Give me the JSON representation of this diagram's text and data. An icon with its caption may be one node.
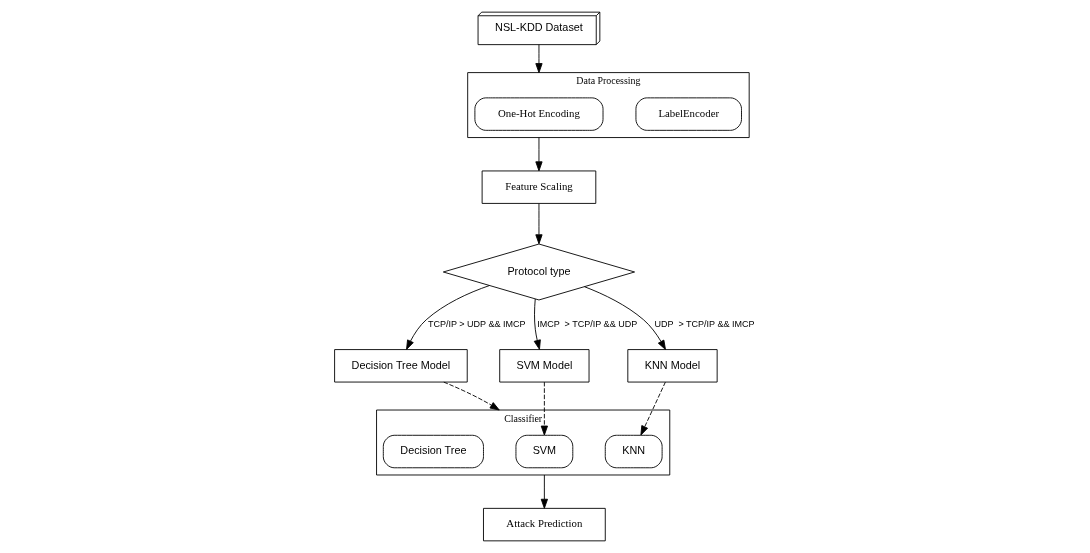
{
  "diagram": {
    "nodes": [
      {
        "text": [
          "NSL-KDD Dataset"
        ]
      },
      {
        "text": [
          "Data Processing"
        ]
      },
      {
        "text": [
          "LabelEncoder"
        ],
        "in": 1
      },
      {
        "text": [
          "One-Hot Encoding"
        ],
        "in": 1
      },
      {
        "text": [
          "Feature Scaling"
        ]
      },
      {
        "text": [
          "Protocol type"
        ]
      },
      {
        "text": [
          "Decision Tree Model"
        ]
      },
      {
        "text": [
          "SVM Model"
        ]
      },
      {
        "text": [
          "KNN Model"
        ]
      },
      {
        "text": [
          "Classifier"
        ]
      },
      {
        "text": [
          "KNN"
        ],
        "in": 9
      },
      {
        "text": [
          "SVM"
        ],
        "in": 9
      },
      {
        "text": [
          "Decision Tree"
        ],
        "in": 9
      },
      {
        "text": [
          "Attack Prediction"
        ]
      }
    ],
    "edges": [
      {
        "from": 0,
        "to": 1,
        "arrow": "to"
      },
      {
        "from": 1,
        "to": 4,
        "arrow": "to"
      },
      {
        "from": 4,
        "to": 5,
        "arrow": "to"
      },
      {
        "from": 5,
        "to": 6,
        "arrow": "to",
        "label": "TCP/IP > UDP && IMCP"
      },
      {
        "from": 5,
        "to": 7,
        "arrow": "to",
        "label": "IMCP  > TCP/IP && UDP"
      },
      {
        "from": 5,
        "to": 8,
        "arrow": "to",
        "label": "UDP  > TCP/IP && IMCP"
      },
      {
        "from": 8,
        "to": 10,
        "arrow": "to",
        "style": "dashed"
      },
      {
        "from": 7,
        "to": 11,
        "arrow": "to",
        "style": "dashed"
      },
      {
        "from": 6,
        "to": 9,
        "arrow": "to",
        "style": "dashed"
      },
      {
        "from": 9,
        "to": 13,
        "arrow": "to"
      }
    ]
  }
}
